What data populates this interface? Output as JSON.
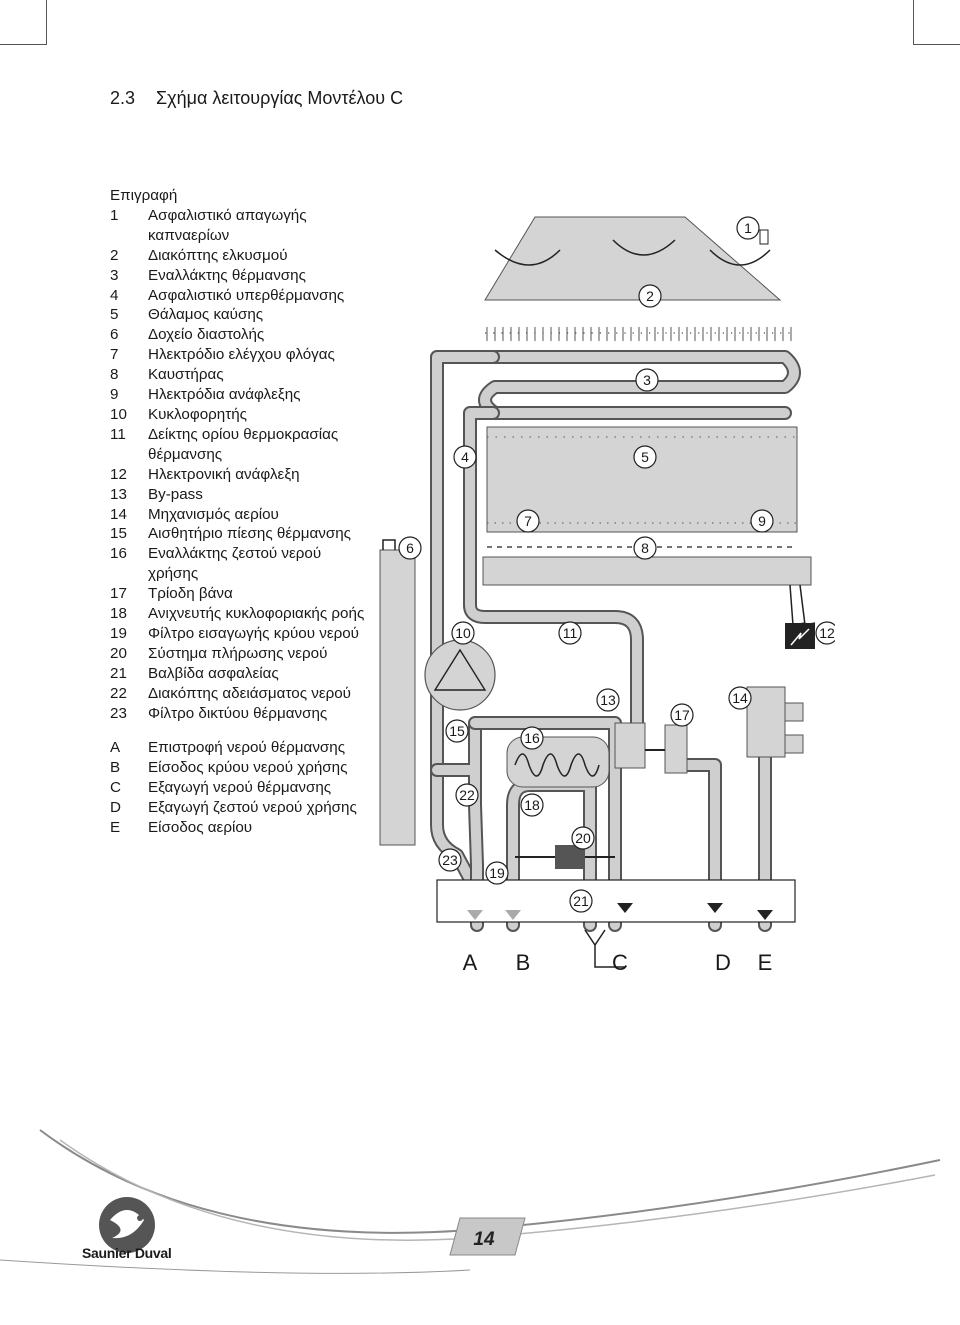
{
  "section": {
    "number": "2.3",
    "title": "Σχήμα λειτουργίας Μοντέλου C"
  },
  "legend": {
    "heading": "Επιγραφή",
    "items": [
      {
        "key": "1",
        "text": "Ασφαλιστικό απαγωγής καπναερίων"
      },
      {
        "key": "2",
        "text": "Διακόπτης ελκυσμού"
      },
      {
        "key": "3",
        "text": "Εναλλάκτης θέρμανσης"
      },
      {
        "key": "4",
        "text": "Ασφαλιστικό υπερθέρμανσης"
      },
      {
        "key": "5",
        "text": "Θάλαμος καύσης"
      },
      {
        "key": "6",
        "text": "Δοχείο διαστολής"
      },
      {
        "key": "7",
        "text": "Ηλεκτρόδιο ελέγχου φλόγας"
      },
      {
        "key": "8",
        "text": "Καυστήρας"
      },
      {
        "key": "9",
        "text": "Ηλεκτρόδια ανάφλεξης"
      },
      {
        "key": "10",
        "text": "Κυκλοφορητής"
      },
      {
        "key": "11",
        "text": "Δείκτης ορίου θερμοκρασίας θέρμανσης"
      },
      {
        "key": "12",
        "text": "Ηλεκτρονική ανάφλεξη"
      },
      {
        "key": "13",
        "text": "By-pass"
      },
      {
        "key": "14",
        "text": "Μηχανισμός αερίου"
      },
      {
        "key": "15",
        "text": "Αισθητήριο πίεσης θέρμανσης"
      },
      {
        "key": "16",
        "text": "Εναλλάκτης ζεστού νερού χρήσης"
      },
      {
        "key": "17",
        "text": "Τρίοδη βάνα"
      },
      {
        "key": "18",
        "text": "Ανιχνευτής κυκλοφοριακής ροής"
      },
      {
        "key": "19",
        "text": "Φίλτρο εισαγωγής κρύου νερού"
      },
      {
        "key": "20",
        "text": "Σύστημα πλήρωσης νερού"
      },
      {
        "key": "21",
        "text": "Βαλβίδα ασφαλείας"
      },
      {
        "key": "22",
        "text": "Διακόπτης αδειάσματος νερού"
      },
      {
        "key": "23",
        "text": "Φίλτρο δικτύου θέρμανσης"
      }
    ],
    "connections": [
      {
        "key": "A",
        "text": "Επιστροφή νερού θέρμανσης"
      },
      {
        "key": "B",
        "text": "Είσοδος κρύου νερού χρήσης"
      },
      {
        "key": "C",
        "text": "Εξαγωγή νερού θέρμανσης"
      },
      {
        "key": "D",
        "text": "Εξαγωγή ζεστού νερού χρήσης"
      },
      {
        "key": "E",
        "text": "Είσοδος αερίου"
      }
    ]
  },
  "diagram": {
    "callouts": {
      "c1": "1",
      "c2": "2",
      "c3": "3",
      "c4": "4",
      "c5": "5",
      "c6": "6",
      "c7": "7",
      "c8": "8",
      "c9": "9",
      "c10": "10",
      "c11": "11",
      "c12": "12",
      "c13": "13",
      "c14": "14",
      "c15": "15",
      "c16": "16",
      "c17": "17",
      "c18": "18",
      "c19": "19",
      "c20": "20",
      "c21": "21",
      "c22": "22",
      "c23": "23"
    },
    "ports": {
      "A": "A",
      "B": "B",
      "C": "C",
      "D": "D",
      "E": "E"
    }
  },
  "footer": {
    "brand": "Saunier Duval",
    "page": "14"
  },
  "colors": {
    "pipe": "#b3b3b3",
    "pipe_dark": "#555555",
    "box": "#d4d4d4",
    "text": "#1a1a1a"
  }
}
